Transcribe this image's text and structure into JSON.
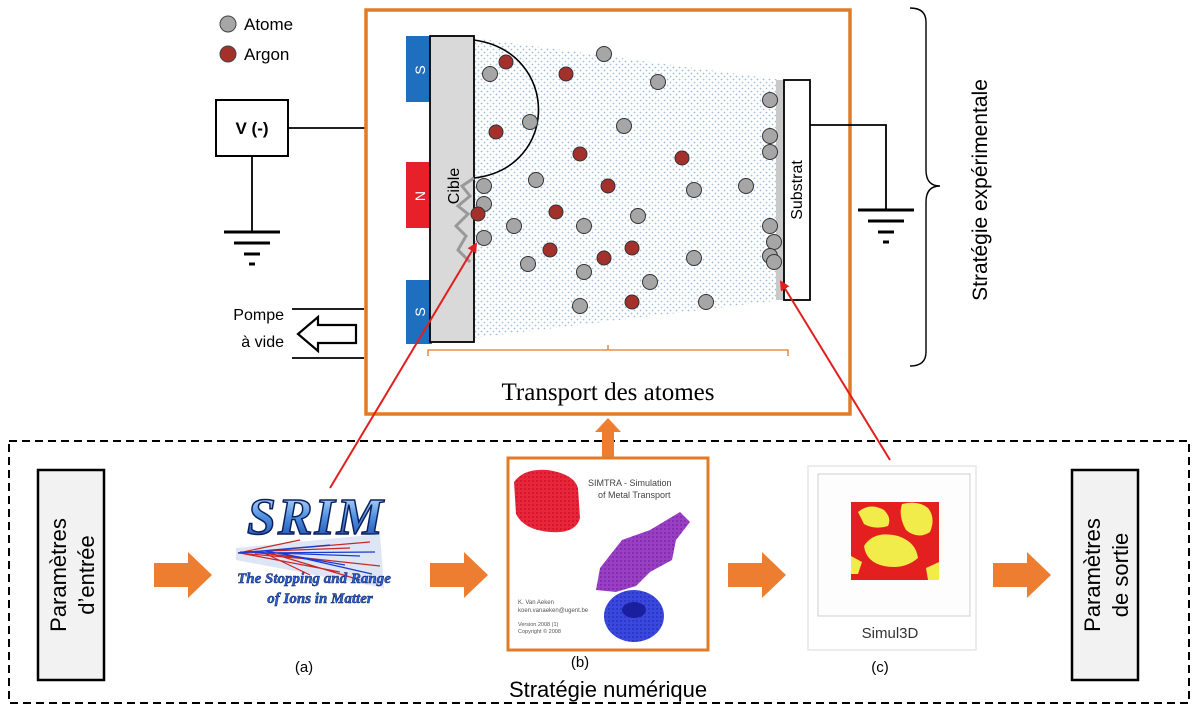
{
  "legend": {
    "atom_label": "Atome",
    "argon_label": "Argon"
  },
  "colors": {
    "chamber_border": "#e07b28",
    "atom_fill": "#a6a6a6",
    "argon_fill": "#a4302c",
    "magnet_s": "#1f6fc1",
    "magnet_n": "#e8202a",
    "target_fill": "#d9d9d9",
    "plasma_dots": "#9dbce0",
    "flow_arrow": "#ed7d31",
    "link_arrow": "#e11f1f"
  },
  "electrical": {
    "voltage_label": "V (-)"
  },
  "chamber": {
    "target_label": "Cible",
    "substrate_label": "Substrat",
    "magnet_top": "S",
    "magnet_middle": "N",
    "magnet_bottom": "S",
    "transport_label": "Transport des atomes"
  },
  "pump": {
    "line1": "Pompe",
    "line2": "à vide"
  },
  "experimental": {
    "label": "Stratégie expérimentale"
  },
  "numerical": {
    "label": "Stratégie numérique",
    "input_params": [
      "Paramètres",
      "d’entrée"
    ],
    "output_params": [
      "Paramètres",
      "de sortie"
    ],
    "caption_a": "(a)",
    "caption_b": "(b)",
    "caption_c": "(c)"
  },
  "srim": {
    "logo_text": "SRIM",
    "subtitle_line1": "The Stopping and Range",
    "subtitle_line2": "of Ions in Matter"
  },
  "simtra": {
    "title_line1": "SIMTRA  - Simulation",
    "title_line2": "of Metal Transport",
    "author": "K. Van Aeken",
    "email": "koen.vanaeken@ugent.be",
    "version": "Version 2008 (1)",
    "copyright": "Copyright © 2008"
  },
  "simul3d": {
    "label": "Simul3D"
  }
}
